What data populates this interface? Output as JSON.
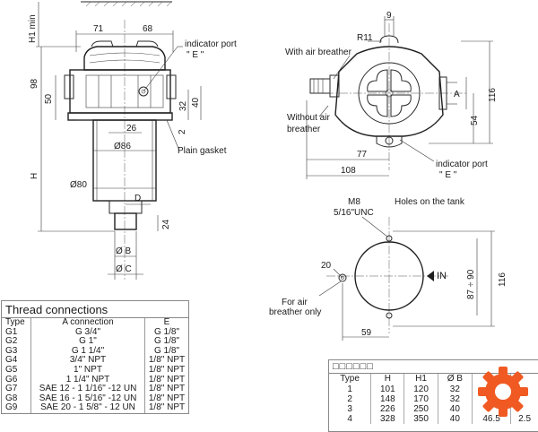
{
  "labels": {
    "indicator_port_top": "indicator port",
    "indicator_port_top_e": "\" E \"",
    "plain_gasket": "Plain gasket",
    "with_air_breather": "With air breather",
    "without_air_breather_1": "Without air",
    "without_air_breather_2": "breather",
    "indicator_port_right": "indicator port",
    "indicator_port_right_e": "\" E \"",
    "holes_on_tank": "Holes on the tank",
    "thread_m8": "M8",
    "thread_unc": "5/16\"UNC",
    "in_label": "IN",
    "for_air_breather_1": "For air",
    "for_air_breather_2": "breather only"
  },
  "dimensions": {
    "h1_min": "H1 min",
    "d71": "71",
    "d68": "68",
    "d98": "98",
    "d50": "50",
    "d32": "32",
    "d40": "40",
    "d26": "26",
    "d2": "2",
    "dia86": "Ø86",
    "h": "H",
    "dia80": "Ø80",
    "d_label": "D",
    "d24": "24",
    "dia_b": "Ø B",
    "dia_c": "Ø C",
    "d9": "9",
    "r11": "R11",
    "a_label": "A",
    "d116_top": "116",
    "d54": "54",
    "d77": "77",
    "d108": "108",
    "d20": "20",
    "d87_90": "87 ÷ 90",
    "d116_bottom": "116",
    "d59": "59"
  },
  "thread_table": {
    "title": "Thread connections",
    "headers": [
      "Type",
      "A    connection",
      "E"
    ],
    "rows": [
      [
        "G1",
        "G 3/4\"",
        "G 1/8\""
      ],
      [
        "G2",
        "G 1\"",
        "G 1/8\""
      ],
      [
        "G3",
        "G 1 1/4\"",
        "G 1/8\""
      ],
      [
        "G4",
        "3/4\" NPT",
        "1/8\" NPT"
      ],
      [
        "G5",
        "1\" NPT",
        "1/8\" NPT"
      ],
      [
        "G6",
        "1 1/4\" NPT",
        "1/8\" NPT"
      ],
      [
        "G7",
        "SAE 12 - 1 1/16\" -12 UN",
        "1/8\" NPT"
      ],
      [
        "G8",
        "SAE 16 - 1 5/16\" -12 UN",
        "1/8\" NPT"
      ],
      [
        "G9",
        "SAE 20 - 1 5/8\" - 12 UN",
        "1/8\" NPT"
      ]
    ]
  },
  "dims_table": {
    "title": "□□□□□□",
    "headers": [
      "Type",
      "H",
      "H1",
      "Ø B",
      "",
      ""
    ],
    "rows": [
      [
        "1",
        "101",
        "120",
        "32",
        "",
        ""
      ],
      [
        "2",
        "148",
        "170",
        "32",
        "",
        ""
      ],
      [
        "3",
        "226",
        "250",
        "40",
        "",
        ""
      ],
      [
        "4",
        "328",
        "350",
        "40",
        "46.5",
        "2.5"
      ]
    ]
  },
  "colors": {
    "line": "#2a2a2a",
    "logo_orange": "#f05a22"
  },
  "icons": {
    "logo": "gear-logo-icon"
  }
}
